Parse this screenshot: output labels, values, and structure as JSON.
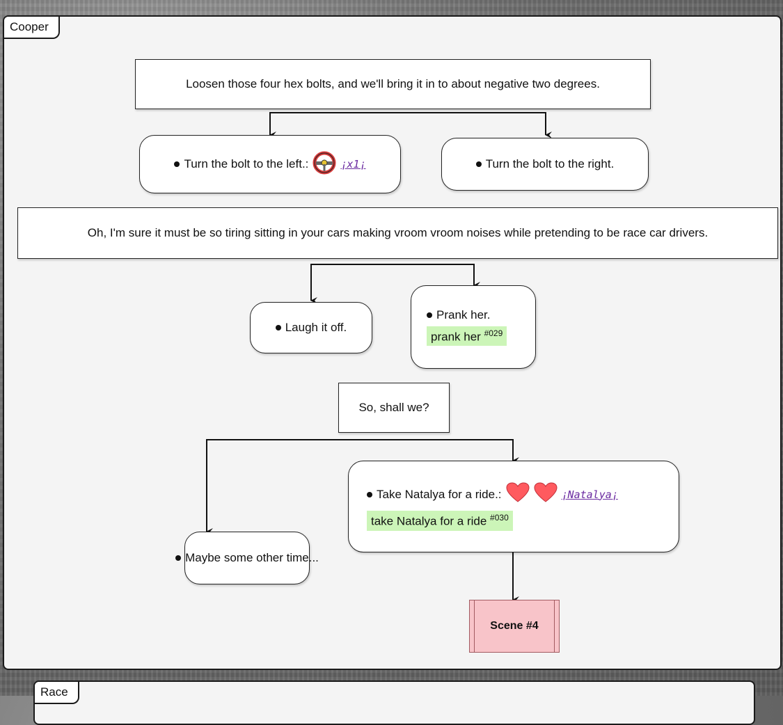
{
  "panels": {
    "main_label": "Cooper",
    "bottom_label": "Race"
  },
  "dialogue": {
    "line1": "Loosen those four hex bolts, and we'll bring it in to about negative two degrees.",
    "line2": "Oh, I'm sure it must be so tiring sitting in your cars making vroom vroom noises while pretending to be race car drivers.",
    "line3": "So, shall we?"
  },
  "choices": {
    "left_bolt": {
      "label": "Turn the bolt to the left.:",
      "icon": "steering-wheel-icon",
      "requirement": "¡x1¡"
    },
    "right_bolt": {
      "label": "Turn the bolt to the right."
    },
    "laugh": {
      "label": "Laugh it off."
    },
    "prank": {
      "label": "Prank her.",
      "tag": "prank her",
      "tag_id": "#029"
    },
    "ride": {
      "label": "Take Natalya for a ride.:",
      "icon": "heart-icon",
      "requirement": "¡Natalya¡",
      "tag": "take Natalya for a ride",
      "tag_id": "#030"
    },
    "later": {
      "label": "Maybe some other time..."
    }
  },
  "scene": {
    "label": "Scene #4"
  },
  "colors": {
    "tag_bg": "#ccf5b8",
    "scene_bg": "#f8c4c9",
    "requirement_text": "#6a2aa0",
    "heart": "#ff5a5f"
  }
}
